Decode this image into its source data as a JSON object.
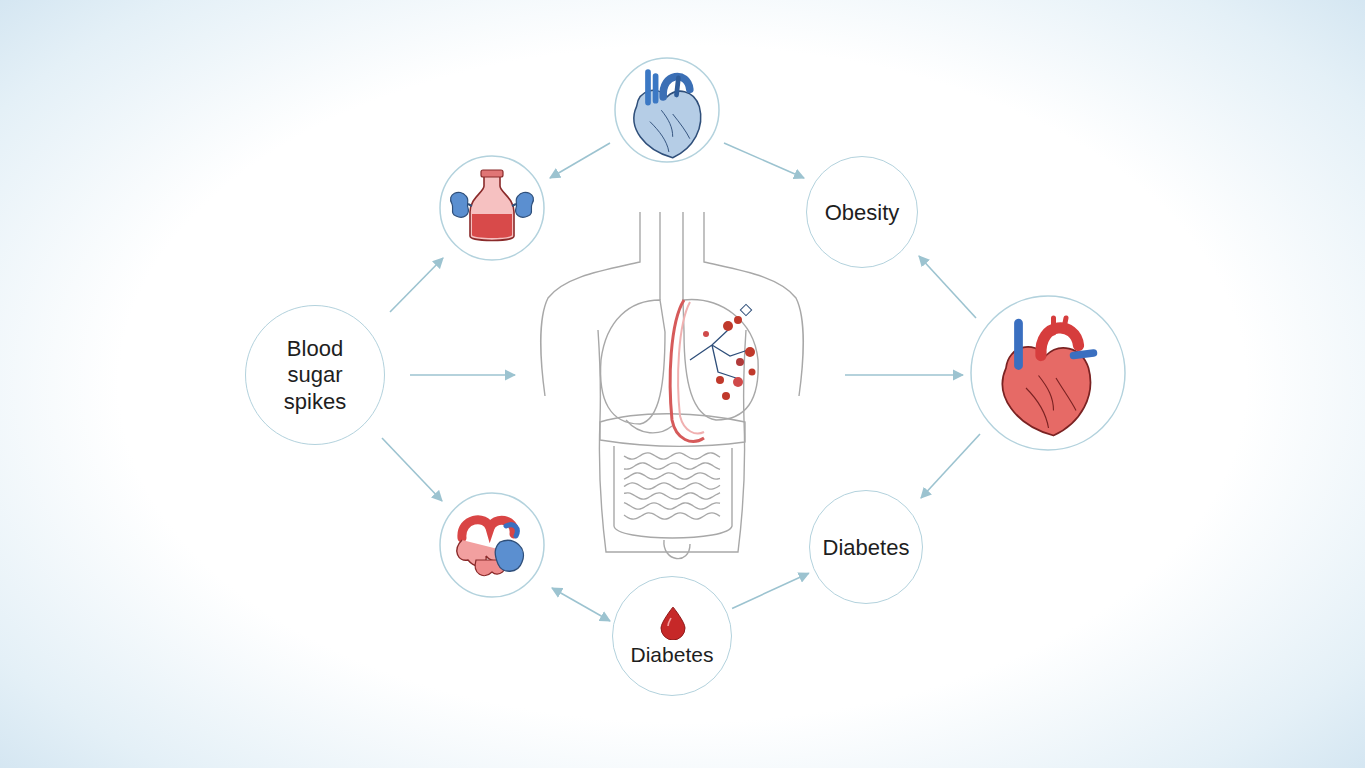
{
  "diagram": {
    "nodes": [
      {
        "text": [
          "Obesity"
        ]
      },
      {
        "text": [
          "Blood sugar spikes"
        ]
      },
      {
        "text": [
          "Diabetes"
        ]
      },
      {
        "text": [
          "Diabetes"
        ]
      }
    ],
    "edges": [
      {
        "from": 3,
        "to": 2,
        "arrow": "to"
      }
    ]
  }
}
